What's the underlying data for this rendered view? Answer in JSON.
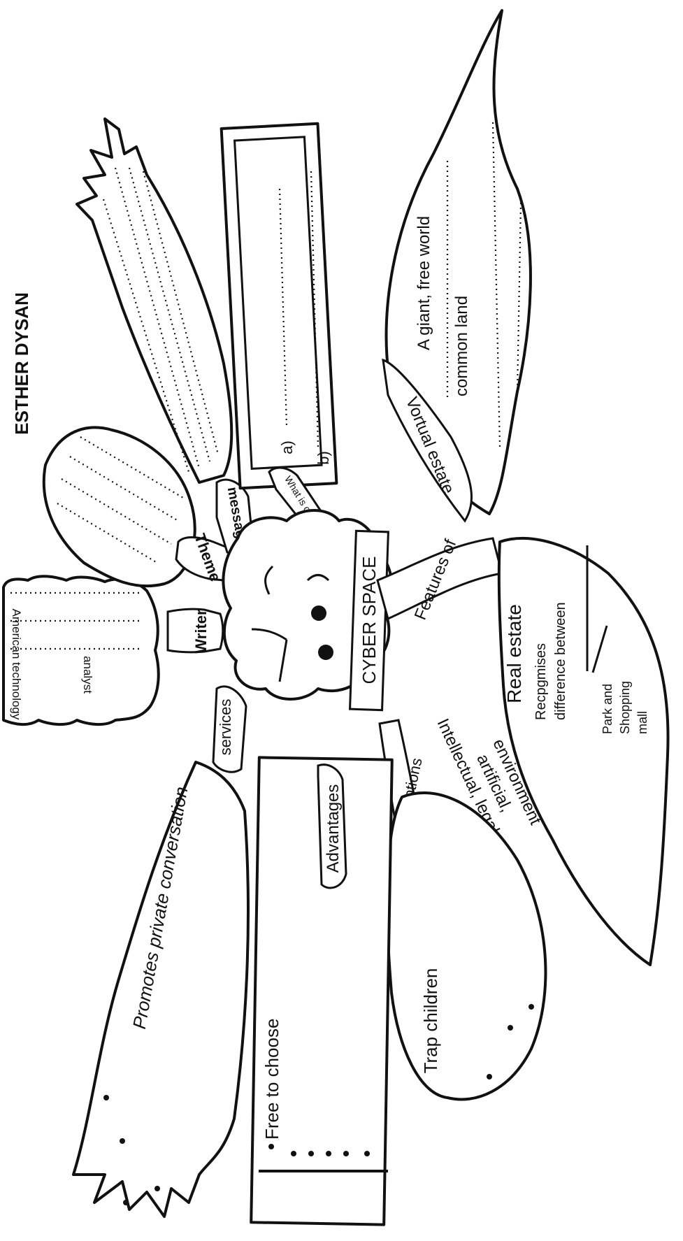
{
  "author": "ESTHER DYSAN",
  "center": "CYBER SPACE",
  "writer": {
    "label": "Writer",
    "notes": [
      "American technology",
      "analyst"
    ]
  },
  "theme": {
    "label": "Theme"
  },
  "message": {
    "label": "message"
  },
  "what_is": {
    "label": "What is cyber space",
    "items": [
      "a)",
      "b)"
    ]
  },
  "features": {
    "label": "Features of",
    "virtual": {
      "label": "Vortual estate",
      "items": [
        "A giant, free world",
        "common land"
      ]
    },
    "real": {
      "label": "Real estate",
      "items": [
        "Recpgmises difference between",
        "Park and Shopping mall",
        "Intellectual, legal, artificial, environment"
      ]
    }
  },
  "misconceptions": {
    "label": "Misconceptions",
    "items": [
      "Trap children"
    ]
  },
  "advantages": {
    "label": "Advantages",
    "items": [
      "Free to choose"
    ]
  },
  "services": {
    "label": "services",
    "items": [
      "Promotes private conversation"
    ]
  }
}
